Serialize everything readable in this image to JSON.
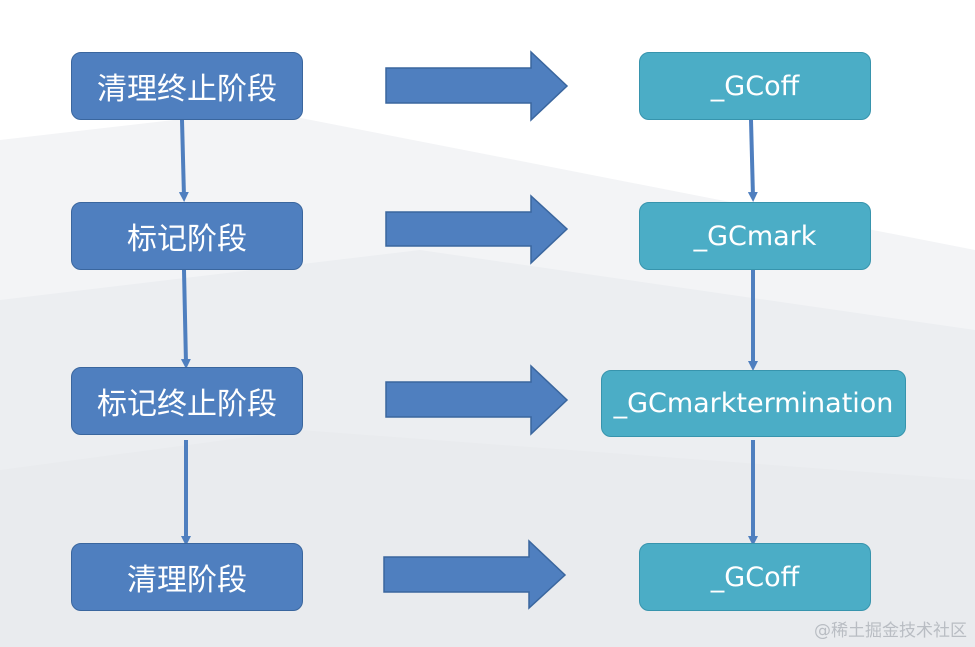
{
  "diagram": {
    "left_nodes": [
      "清理终止阶段",
      "标记阶段",
      "标记终止阶段",
      "清理阶段"
    ],
    "right_nodes": [
      "_GCoff",
      "_GCmark",
      "_GCmarktermination",
      "_GCoff"
    ]
  },
  "colors": {
    "blue_node": "#4f7fbf",
    "teal_node": "#4badc6",
    "arrow": "#4f7fbf"
  },
  "watermark": "@稀土掘金技术社区"
}
